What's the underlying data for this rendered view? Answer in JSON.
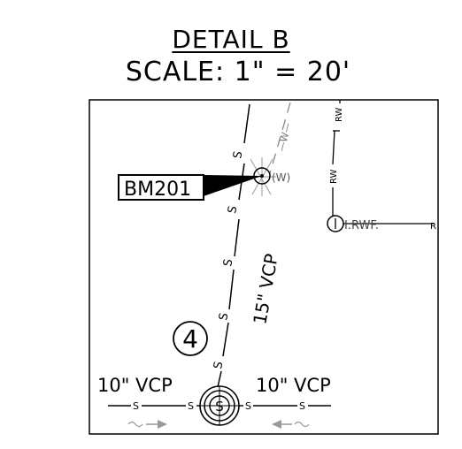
{
  "detail": {
    "title": "DETAIL B",
    "scale": "SCALE: 1\" = 20'"
  },
  "benchmark": {
    "label": "BM201"
  },
  "callouts": {
    "marker_number": "4",
    "water_valve": "(W)",
    "irwf": "I.RWF."
  },
  "pipes": {
    "main_label": "15\" VCP",
    "left_label": "10\" VCP",
    "right_label": "10\" VCP",
    "sewer_symbol": "S",
    "reclaimed_symbol": "RW"
  },
  "manhole": {
    "symbol": "S"
  }
}
